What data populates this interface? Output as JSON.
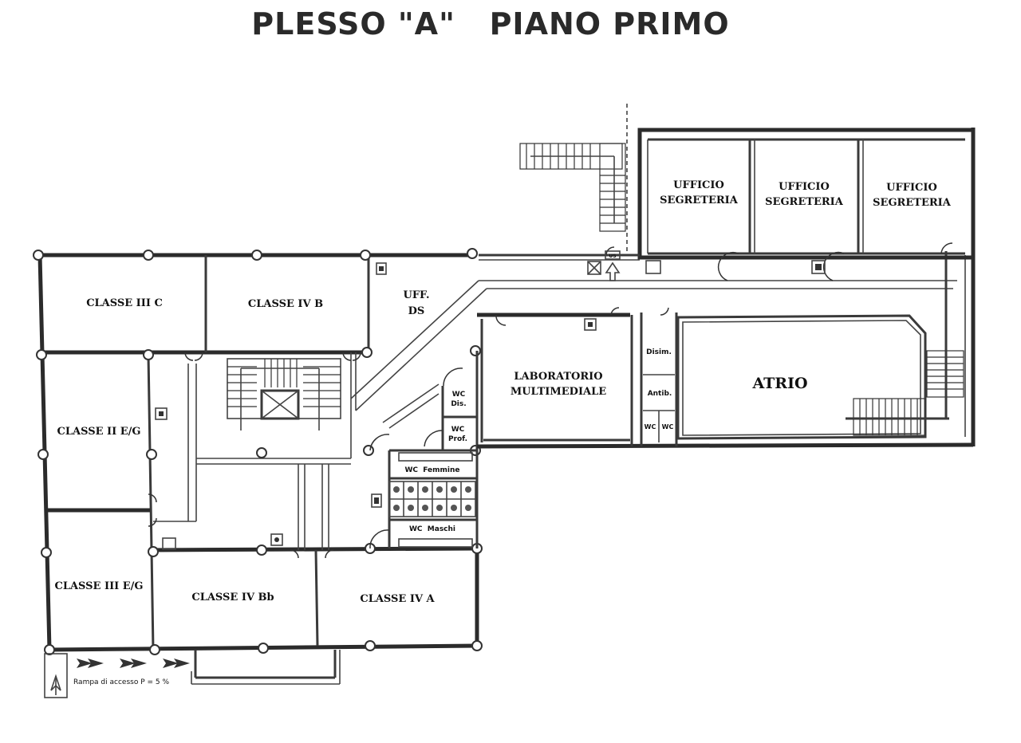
{
  "title": "PLESSO \"A\"   PIANO PRIMO",
  "rooms": {
    "classe_iii_c": "CLASSE III C",
    "classe_iv_b": "CLASSE IV B",
    "uff_ds_1": "UFF.",
    "uff_ds_2": "DS",
    "ufficio_segreteria_1_a": "UFFICIO",
    "ufficio_segreteria_1_b": "SEGRETERIA",
    "ufficio_segreteria_2_a": "UFFICIO",
    "ufficio_segreteria_2_b": "SEGRETERIA",
    "ufficio_segreteria_3_a": "UFFICIO",
    "ufficio_segreteria_3_b": "SEGRETERIA",
    "laboratorio_1": "LABORATORIO",
    "laboratorio_2": "MULTIMEDIALE",
    "atrio": "ATRIO",
    "disim": "Disim.",
    "antib": "Antib.",
    "wc_left": "WC",
    "wc_right": "WC",
    "wc_dis_1": "WC",
    "wc_dis_2": "Dis.",
    "wc_prof_1": "WC",
    "wc_prof_2": "Prof.",
    "wc_femmine": "WC  Femmine",
    "wc_maschi": "WC  Maschi",
    "classe_ii_eg": "CLASSE II E/G",
    "classe_iii_eg": "CLASSE III E/G",
    "classe_iv_bb": "CLASSE IV Bb",
    "classe_iv_a": "CLASSE IV A"
  },
  "ramp": {
    "label": "Rampa di accesso P = 5 %"
  },
  "lift_tag": "US"
}
